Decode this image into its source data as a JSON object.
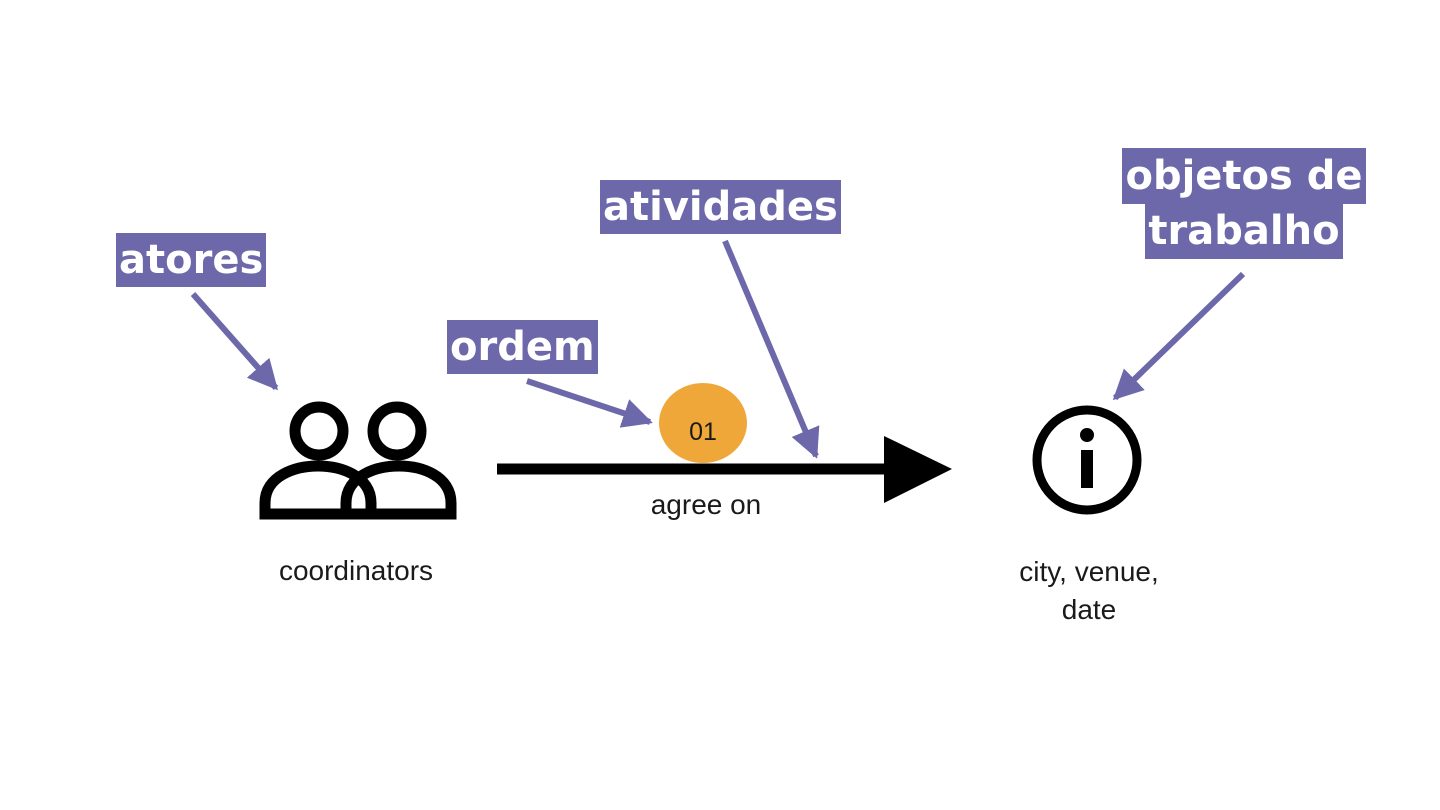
{
  "annotations": {
    "actors": "atores",
    "order": "ordem",
    "activities": "atividades",
    "work_objects_line1": "objetos de",
    "work_objects_line2": "trabalho"
  },
  "diagram": {
    "actor_label": "coordinators",
    "activity_number": "01",
    "activity_label": "agree on",
    "work_object_label_line1": "city, venue,",
    "work_object_label_line2": "date"
  },
  "colors": {
    "annotation_bg": "#6c68aa",
    "annotation_arrow": "#6c68aa",
    "order_badge": "#f0a73a",
    "icons": "#000000"
  },
  "icons": [
    "actor-group-icon",
    "info-icon"
  ]
}
